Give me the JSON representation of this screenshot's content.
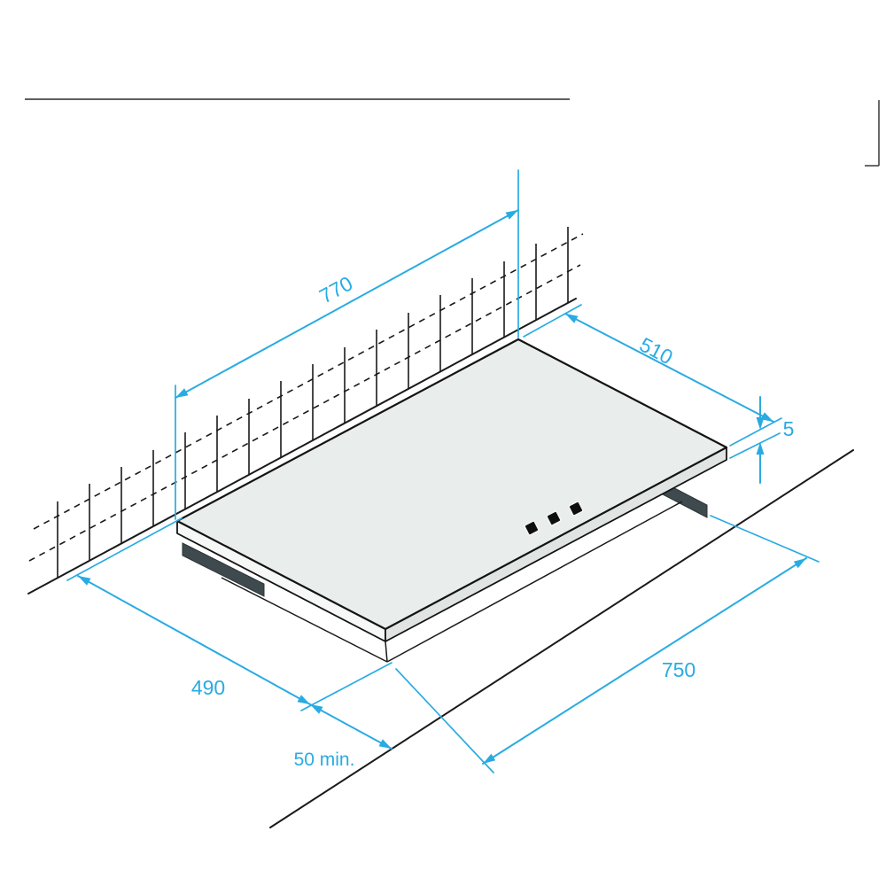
{
  "labels": {
    "top_width": "770",
    "top_depth": "510",
    "rim_height": "5",
    "cutout_depth": "490",
    "cutout_width": "750",
    "min_clearance": "50 min."
  },
  "colors": {
    "dimension_accent": "#29abe2",
    "outline": "#1a1a1a",
    "hob_surface": "#e9edec",
    "hob_side_left": "#f6f8f7",
    "hob_side_right": "#e0e5e3",
    "cutout_fill": "#3f4a4e",
    "background": "#ffffff"
  }
}
